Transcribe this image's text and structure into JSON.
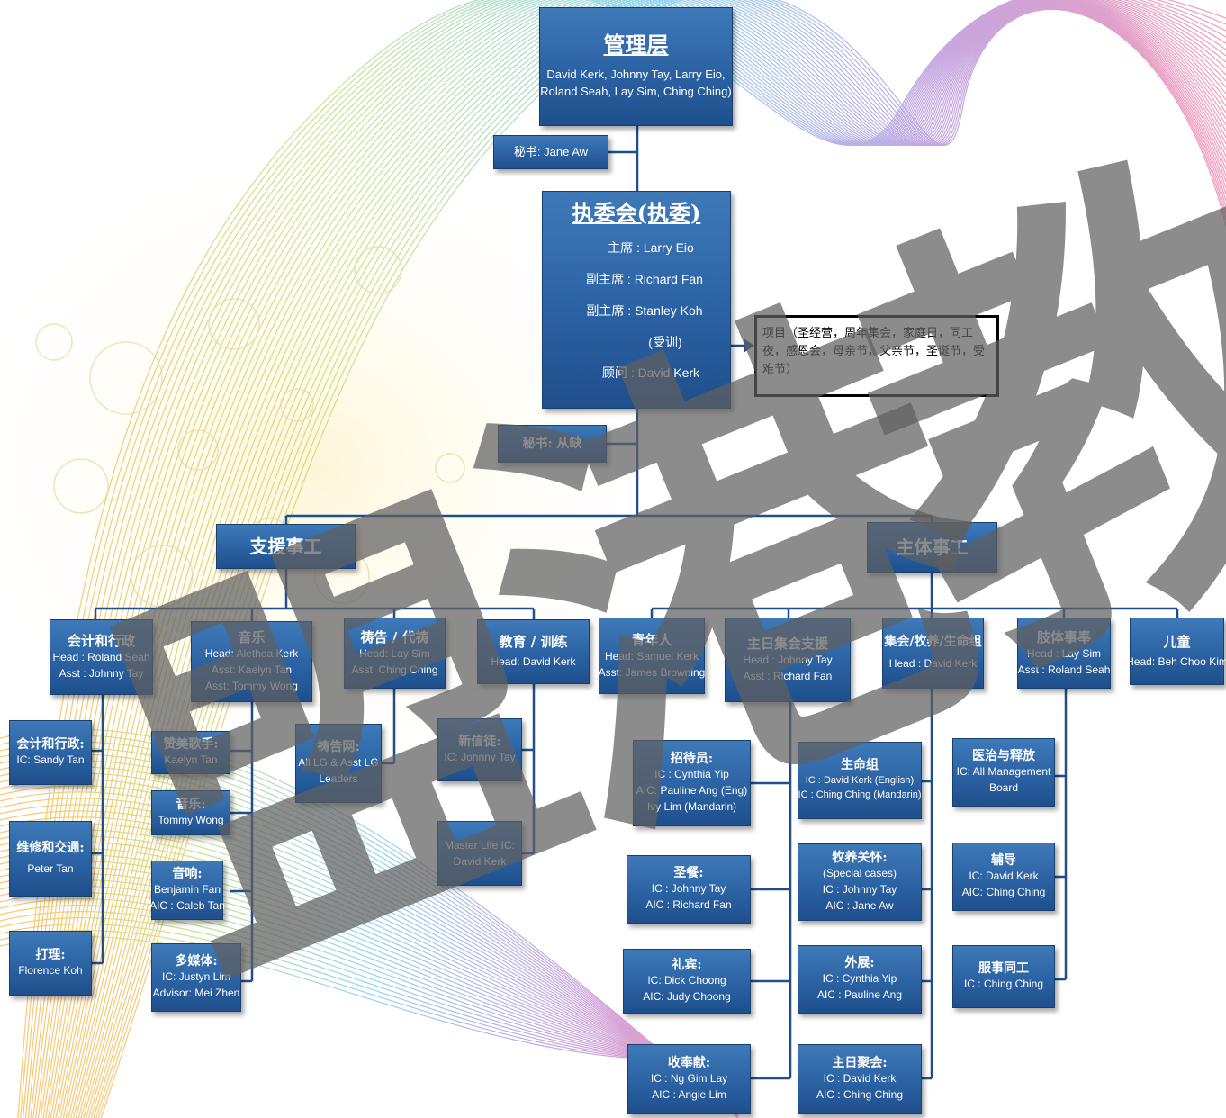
{
  "top": {
    "title": "管理层",
    "members": "David Kerk, Johnny Tay, Larry Eio,",
    "members2": "Roland Seah, Lay Sim, Ching Ching)"
  },
  "secretary_top": "秘书: Jane Aw",
  "exco": {
    "title": "执委会(执委)",
    "rows": [
      {
        "k": "主席",
        "v": ": Larry Eio"
      },
      {
        "k": "副主席",
        "v": ": Richard Fan"
      },
      {
        "k": "副主席",
        "v": ": Stanley Koh"
      },
      {
        "k": "",
        "v": "(受训)"
      },
      {
        "k": "顾问",
        "v": ": David Kerk"
      }
    ]
  },
  "projects_note": "项目（圣经营，周年集会，家庭日，同工夜，感恩会，母亲节，父亲节，圣诞节，受难节）",
  "secretary_exco": "秘书: 从缺",
  "support_title": "支援事工",
  "main_title": "主体事工",
  "departments": [
    {
      "title": "会计和行政",
      "l1": "Head : Roland Seah",
      "l2": "Asst : Johnny Tay",
      "l3": ""
    },
    {
      "title": "音乐",
      "l1": "Head: Alethea Kerk",
      "l2": "Asst: Kaelyn Tan",
      "l3": "Asst: Tommy Wong"
    },
    {
      "title": "祷告 / 代祷",
      "l1": "Head: Lay Sim",
      "l2": "Asst: Ching Ching",
      "l3": ""
    },
    {
      "title": "教育 / 训练",
      "l1": "Head: David Kerk",
      "l2": "",
      "l3": ""
    },
    {
      "title": "青年人",
      "l1": "Head: Samuel Kerk",
      "l2": "Asst: James Browning",
      "l3": ""
    },
    {
      "title": "主日集会支援",
      "l1": "Head : Johnny Tay",
      "l2": "Asst : Richard Fan",
      "l3": ""
    },
    {
      "title": "集会/牧养/生命组",
      "l1": "Head : David Kerk",
      "l2": "",
      "l3": ""
    },
    {
      "title": "肢体事奉",
      "l1": "Head : Lay Sim",
      "l2": "Asst : Roland Seah",
      "l3": ""
    },
    {
      "title": "儿童",
      "l1": "Head: Beh Choo Kim",
      "l2": "",
      "l3": ""
    }
  ],
  "subs": [
    {
      "title": "会计和行政:",
      "l1": "IC: Sandy Tan",
      "l2": "",
      "l3": ""
    },
    {
      "title": "维修和交通:",
      "l1": "Peter Tan",
      "l2": "",
      "l3": ""
    },
    {
      "title": "打理:",
      "l1": "Florence Koh",
      "l2": "",
      "l3": ""
    },
    {
      "title": "赞美歌手:",
      "l1": "Kaelyn Tan",
      "l2": "",
      "l3": ""
    },
    {
      "title": "音乐:",
      "l1": "Tommy Wong",
      "l2": "",
      "l3": ""
    },
    {
      "title": "音响:",
      "l1": "Benjamin Fan",
      "l2": "AIC : Caleb Tan",
      "l3": ""
    },
    {
      "title": "多媒体:",
      "l1": "IC: Justyn Lim",
      "l2": "Advisor: Mei Zhen",
      "l3": ""
    },
    {
      "title": "祷告网:",
      "l1": "All LG & Asst LG",
      "l2": "Leaders",
      "l3": ""
    },
    {
      "title": "新信徒:",
      "l1": "IC: Johnny Tay",
      "l2": "",
      "l3": ""
    },
    {
      "title": "",
      "l1": "Master Life IC:",
      "l2": "David Kerk",
      "l3": ""
    },
    {
      "title": "招待员:",
      "l1": "IC : Cynthia Yip",
      "l2": "AIC: Pauline Ang (Eng)",
      "l3": "Ivy Lim (Mandarin)"
    },
    {
      "title": "圣餐:",
      "l1": "IC : Johnny Tay",
      "l2": "AIC : Richard Fan",
      "l3": ""
    },
    {
      "title": "礼宾:",
      "l1": "IC: Dick Choong",
      "l2": "AIC: Judy Choong",
      "l3": ""
    },
    {
      "title": "收奉献:",
      "l1": "IC : Ng Gim Lay",
      "l2": "AIC : Angie Lim",
      "l3": ""
    },
    {
      "title": "生命组",
      "l1": "IC : David Kerk (English)",
      "l2": "IC : Ching Ching (Mandarin)",
      "l3": ""
    },
    {
      "title": "牧养关怀:",
      "l1": "(Special cases)",
      "l2": "IC : Johnny Tay",
      "l3": "AIC : Jane Aw"
    },
    {
      "title": "外展:",
      "l1": "IC : Cynthia Yip",
      "l2": "AIC : Pauline Ang",
      "l3": ""
    },
    {
      "title": "主日聚会:",
      "l1": "IC : David Kerk",
      "l2": "AIC : Ching Ching",
      "l3": ""
    },
    {
      "title": "医治与释放",
      "l1": "IC: All Management",
      "l2": "Board",
      "l3": ""
    },
    {
      "title": "辅导",
      "l1": "IC: David Kerk",
      "l2": "AIC: Ching Ching",
      "l3": ""
    },
    {
      "title": "服事同工",
      "l1": "IC : Ching Ching",
      "l2": "",
      "l3": ""
    }
  ],
  "watermark": [
    "盟",
    "港",
    "教"
  ],
  "colors": {
    "box": "#2b62a3",
    "line": "#1f4f8c",
    "watermark": "#5f5f5f"
  }
}
